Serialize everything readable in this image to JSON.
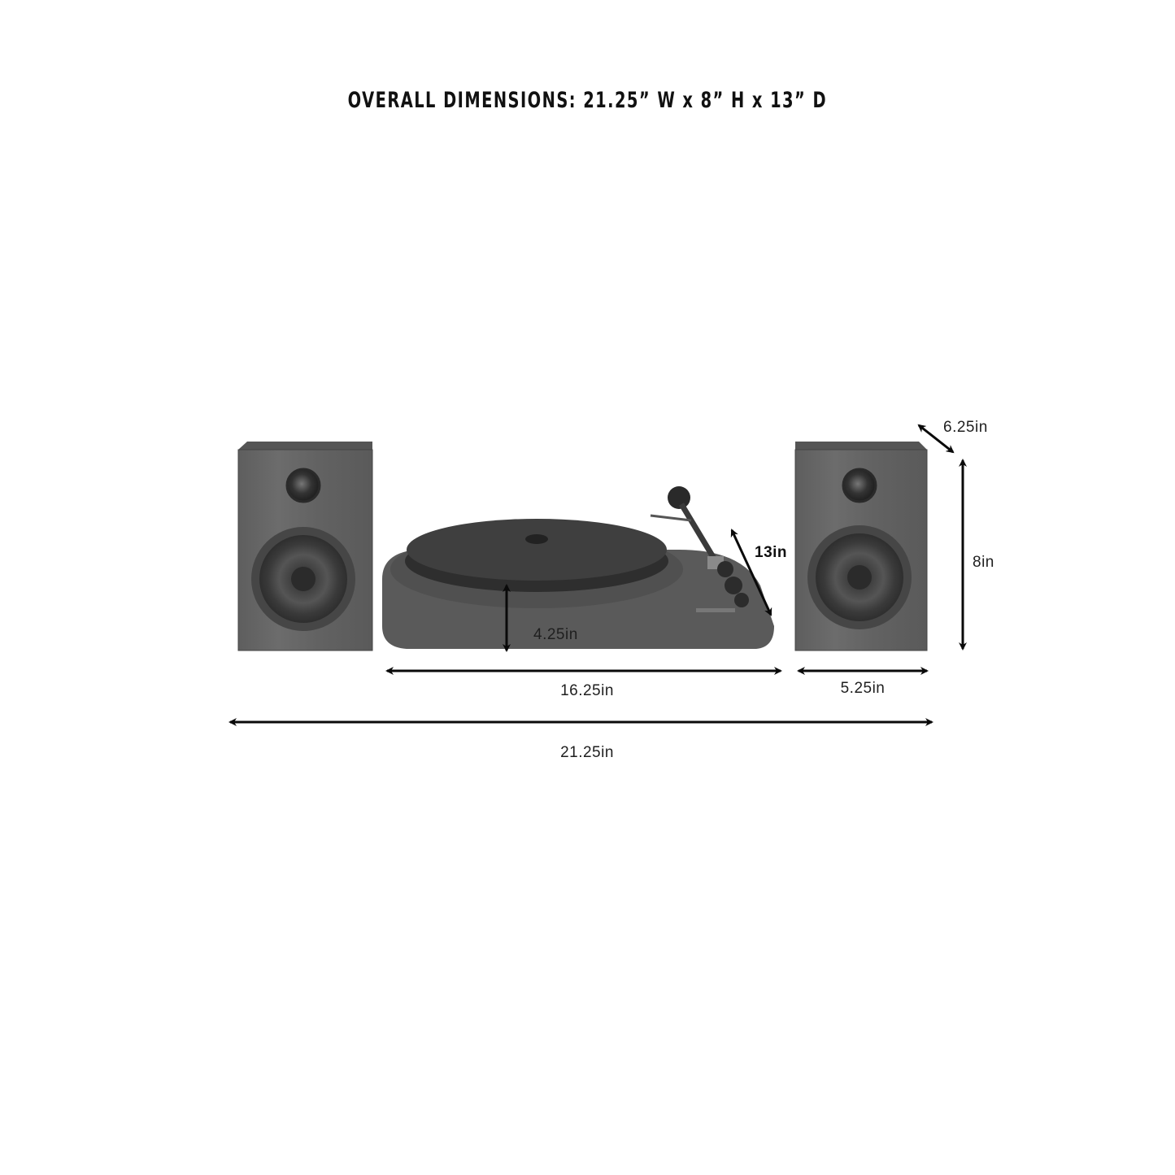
{
  "title": "OVERALL DIMENSIONS: 21.25” W x 8” H x 13” D",
  "dimensions": {
    "speaker_depth": "6.25in",
    "speaker_height": "8in",
    "speaker_width": "5.25in",
    "turntable_depth": "13in",
    "turntable_height": "4.25in",
    "turntable_width": "16.25in",
    "overall_width": "21.25in"
  },
  "colors": {
    "wood": "#6a6a6a",
    "wood_dark": "#4a4a4a",
    "turntable_body": "#5c5c5c",
    "platter": "#3c3c3c",
    "arrow": "#0a0a0a"
  }
}
